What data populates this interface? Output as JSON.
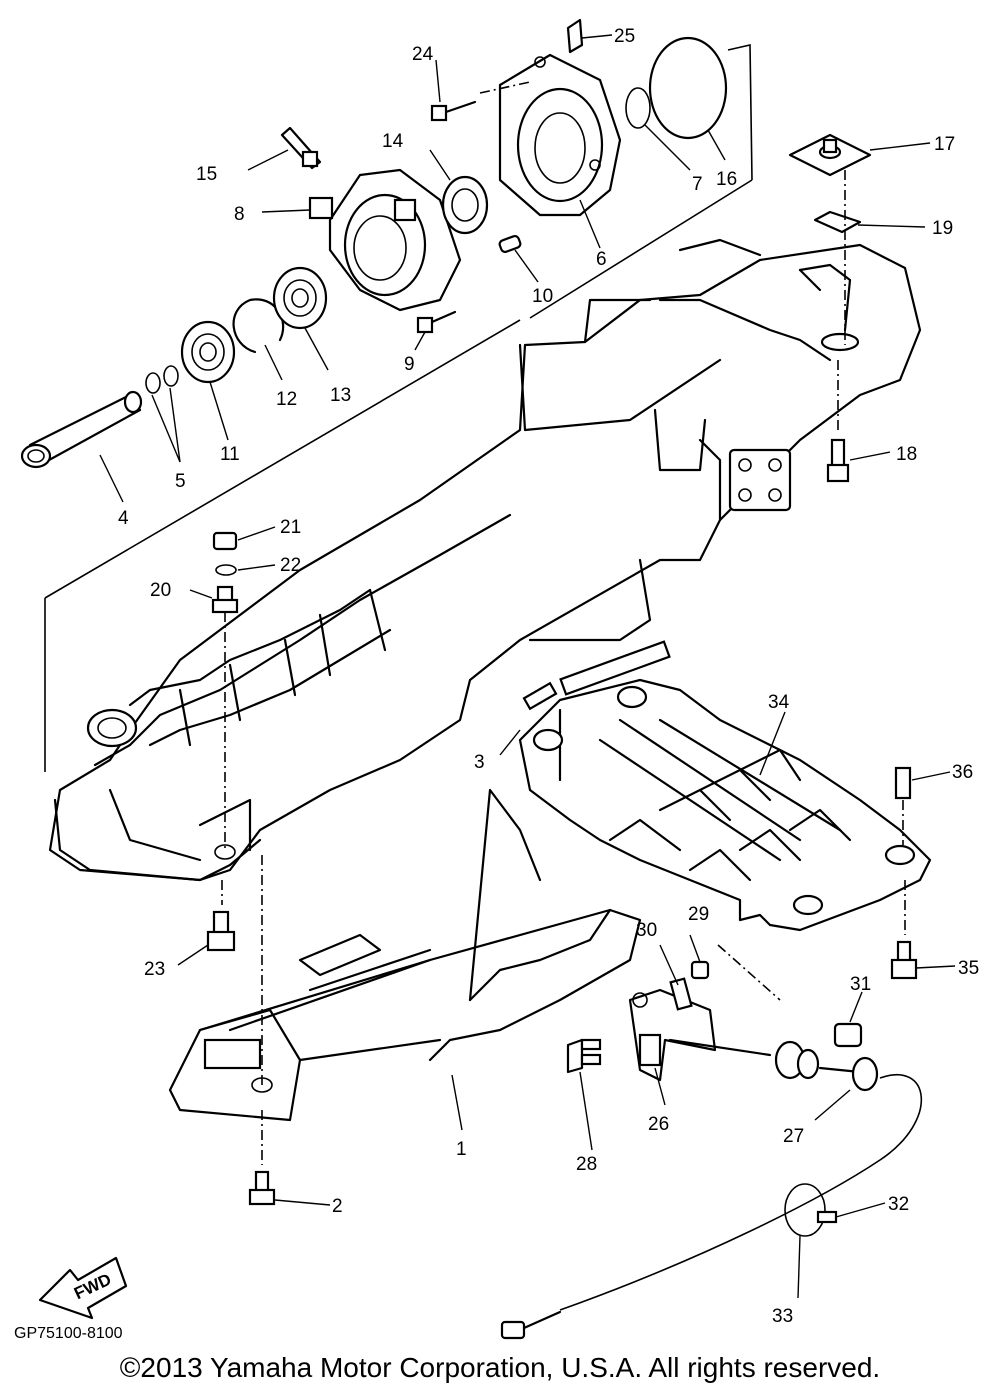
{
  "diagram": {
    "callouts": [
      "1",
      "2",
      "3",
      "4",
      "5",
      "6",
      "7",
      "8",
      "9",
      "10",
      "11",
      "12",
      "13",
      "14",
      "15",
      "16",
      "17",
      "18",
      "19",
      "20",
      "21",
      "22",
      "23",
      "24",
      "25",
      "26",
      "27",
      "28",
      "29",
      "30",
      "31",
      "32",
      "33",
      "34",
      "35",
      "36"
    ],
    "fwd_label": "FWD",
    "drawing_code": "GP75100-8100"
  },
  "footer": {
    "copyright": "©2013 Yamaha Motor Corporation, U.S.A. All rights reserved."
  }
}
